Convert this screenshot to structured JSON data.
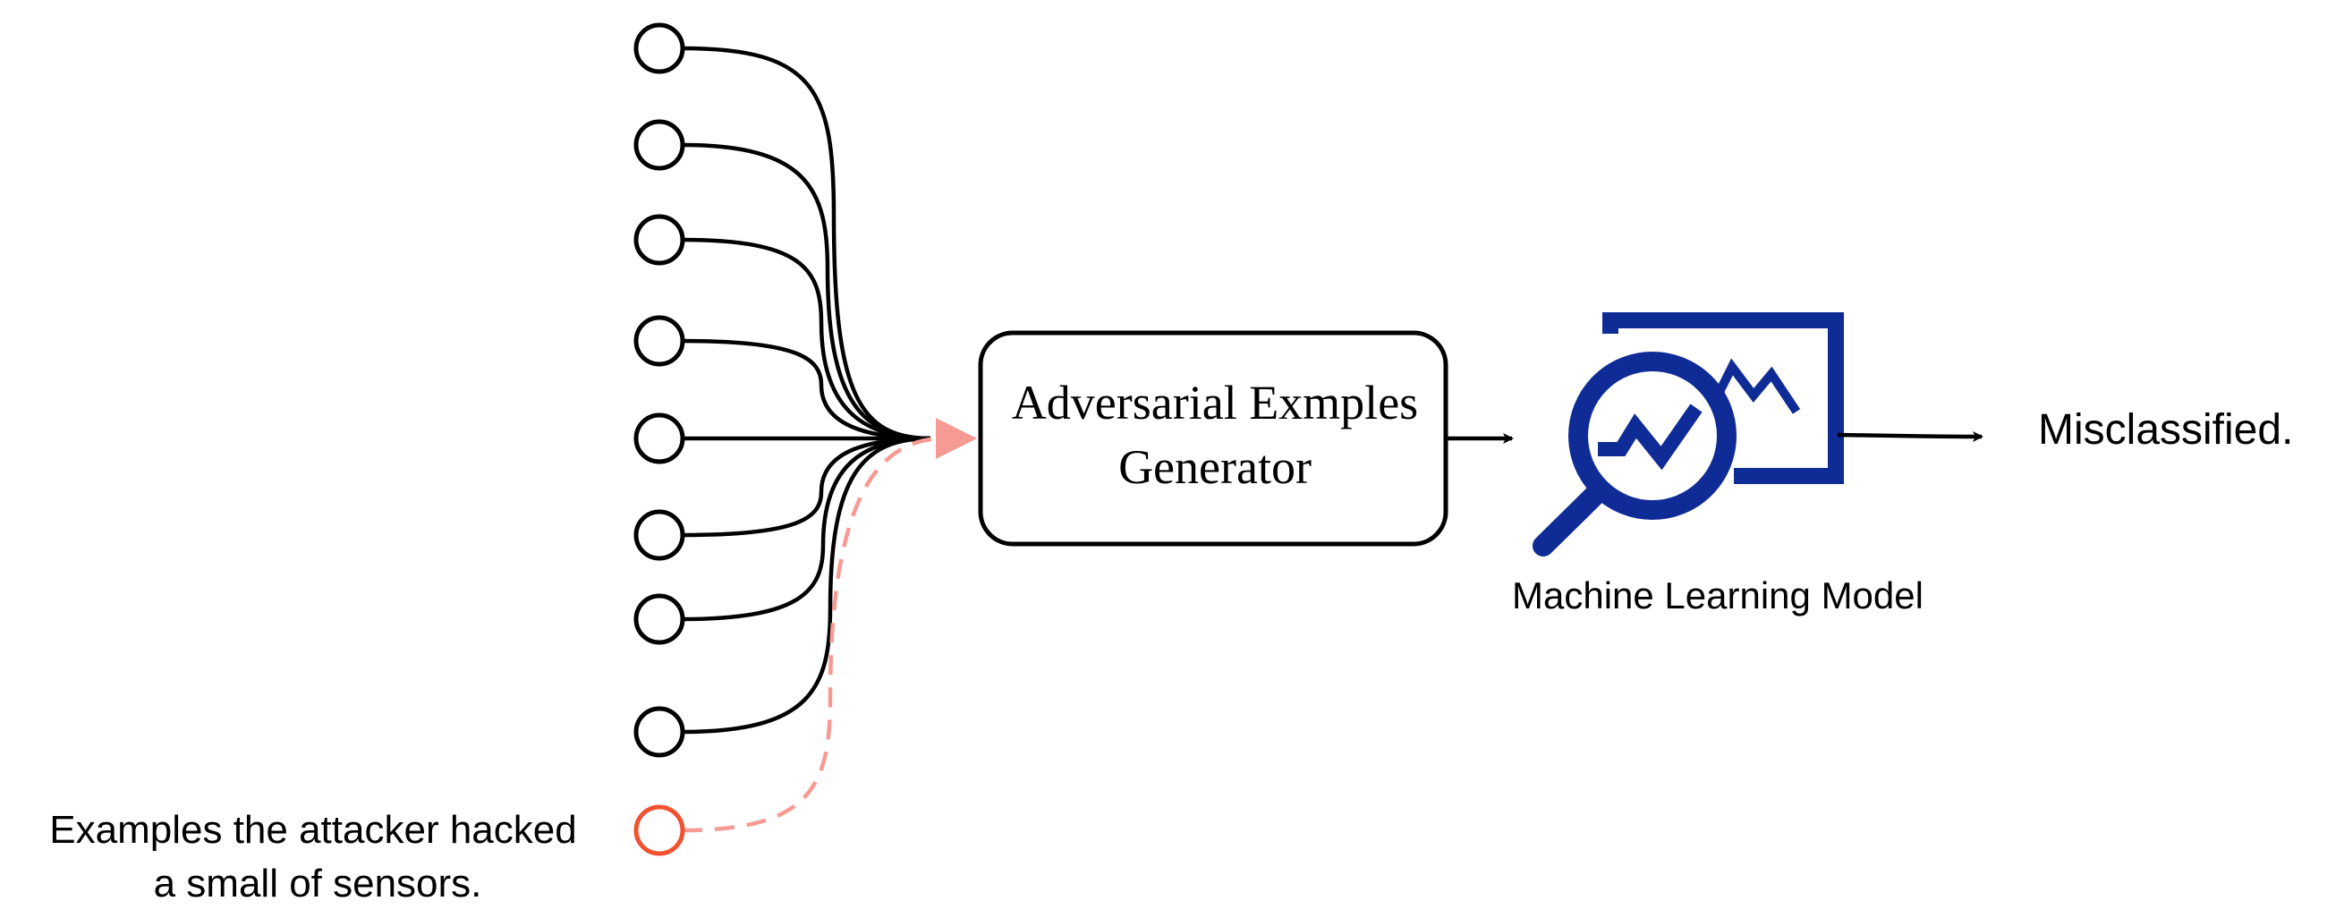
{
  "generator": {
    "line1": "Adversarial Exmples",
    "line2": "Generator"
  },
  "model": {
    "label": "Machine Learning Model",
    "icon": "ml-model-analytics-icon",
    "icon_color": "#0f2b96"
  },
  "output": {
    "label": "Misclassified."
  },
  "attacker_note": {
    "line1": "Examples the attacker hacked",
    "line2": "a small of sensors."
  },
  "colors": {
    "hacked_node": "#f0522f",
    "attack_path": "#f79a93"
  }
}
